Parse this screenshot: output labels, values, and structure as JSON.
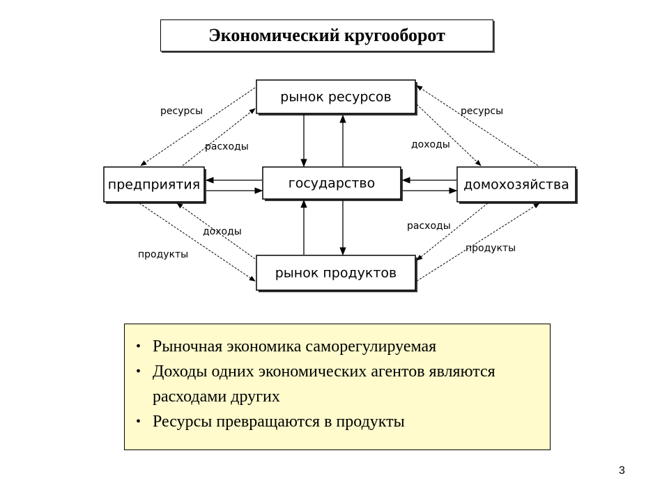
{
  "title": "Экономический кругооборот",
  "nodes": {
    "resource_market": "рынок ресурсов",
    "firms": "предприятия",
    "government": "государство",
    "households": "домохозяйства",
    "product_market": "рынок продуктов"
  },
  "edge_labels": {
    "left_top_resources": "ресурсы",
    "left_top_expenses": "расходы",
    "left_bottom_income": "доходы",
    "left_bottom_products": "продукты",
    "right_top_resources": "ресурсы",
    "right_top_income": "доходы",
    "right_bottom_expenses": "расходы",
    "right_bottom_products": "продукты"
  },
  "notes": [
    "Рыночная экономика саморегулируемая",
    "Доходы одних экономических агентов являются расходами других",
    "Ресурсы превращаются в продукты"
  ],
  "bullet_glyph": "•",
  "page_number": "3"
}
